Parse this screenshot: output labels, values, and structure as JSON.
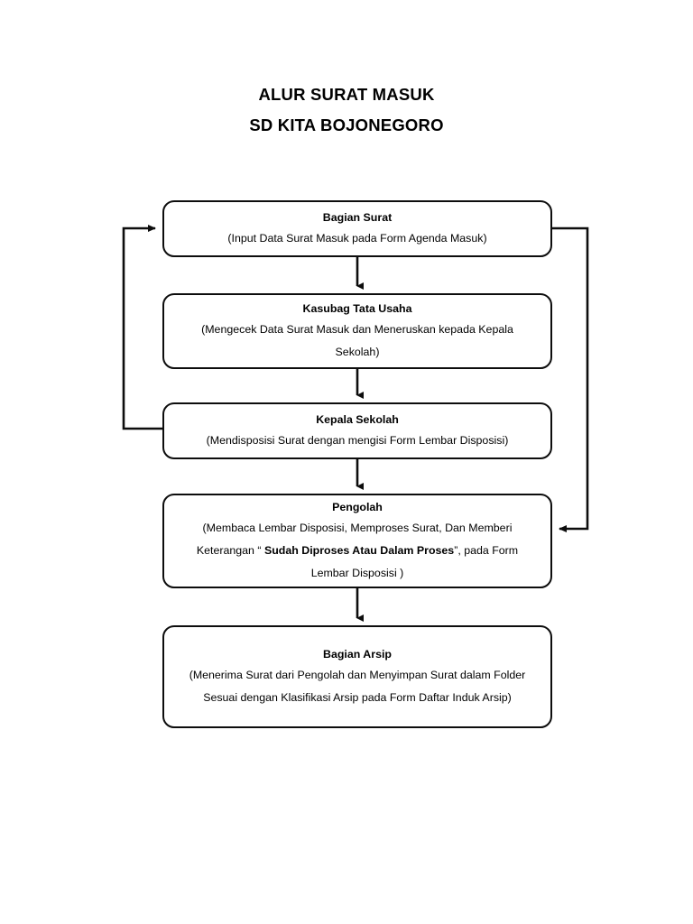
{
  "title": {
    "line1": "ALUR SURAT MASUK",
    "line2": "SD KITA BOJONEGORO"
  },
  "nodes": [
    {
      "id": "bagian-surat",
      "title": "Bagian Surat",
      "desc": "(Input Data Surat Masuk pada Form Agenda Masuk)"
    },
    {
      "id": "kasubag-tata-usaha",
      "title": "Kasubag Tata Usaha",
      "desc": "(Mengecek Data Surat Masuk dan Meneruskan kepada Kepala Sekolah)"
    },
    {
      "id": "kepala-sekolah",
      "title": "Kepala Sekolah",
      "desc": "(Mendisposisi Surat dengan mengisi Form Lembar Disposisi)"
    },
    {
      "id": "pengolah",
      "title": "Pengolah",
      "desc_part1": "(Membaca Lembar Disposisi, Memproses Surat, Dan Memberi Keterangan “ ",
      "desc_bold": "Sudah Diproses Atau Dalam Proses",
      "desc_part2": "”, pada Form Lembar Disposisi )"
    },
    {
      "id": "bagian-arsip",
      "title": "Bagian Arsip",
      "desc": "(Menerima Surat dari Pengolah dan Menyimpan Surat dalam Folder Sesuai dengan Klasifikasi Arsip pada Form Daftar Induk Arsip)"
    }
  ],
  "connectors": [
    {
      "id": "bagian-surat-to-kasubag",
      "kind": "arrow-down"
    },
    {
      "id": "kasubag-to-kepala-sekolah",
      "kind": "arrow-down"
    },
    {
      "id": "kepala-sekolah-to-pengolah",
      "kind": "arrow-down"
    },
    {
      "id": "pengolah-to-bagian-arsip",
      "kind": "arrow-down"
    },
    {
      "id": "kepala-sekolah-back-to-bagian-surat",
      "kind": "feedback-left"
    },
    {
      "id": "bagian-surat-to-pengolah",
      "kind": "feedback-right"
    }
  ],
  "colors": {
    "stroke": "#0d0d0d",
    "background": "#ffffff",
    "text": "#000000"
  }
}
